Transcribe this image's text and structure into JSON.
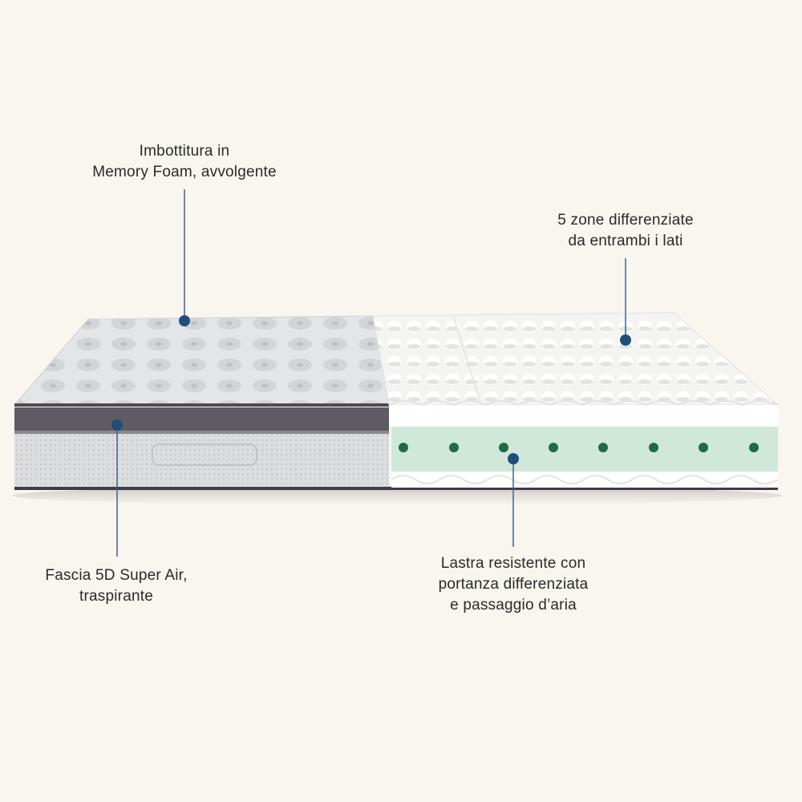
{
  "callouts": {
    "memory_foam": "Imbottitura in\nMemory Foam, avvolgente",
    "zones": "5 zone differenziate\nda entrambi i lati",
    "fascia": "Fascia 5D Super Air,\ntraspirante",
    "lastra": "Lastra resistente con\nportanza differenziata\ne passaggio d’aria"
  },
  "colors": {
    "background": "#f9f5ef",
    "callout_line": "#3f6587",
    "callout_dot": "#1f4e7a",
    "foam_green": "#cfe8d9",
    "foam_white": "#ffffff",
    "band_grey": "#5e5b62",
    "fabric_grey": "#d9dadb"
  }
}
